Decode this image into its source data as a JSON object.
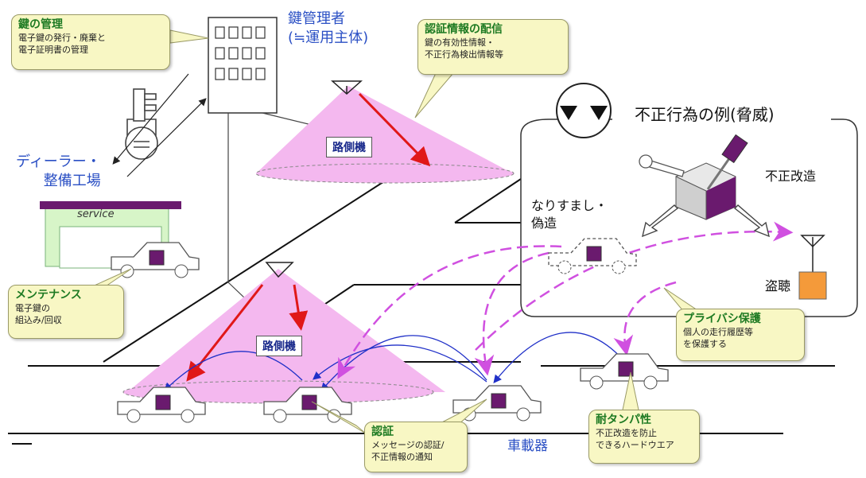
{
  "callouts": {
    "key_mgmt": {
      "title": "鍵の管理",
      "body": "電子鍵の発行・廃棄と\n電子証明書の管理"
    },
    "auth_dist": {
      "title": "認証情報の配信",
      "body": "鍵の有効性情報・\n不正行為検出情報等"
    },
    "maintenance": {
      "title": "メンテナンス",
      "body": "電子鍵の\n組込み/回収"
    },
    "privacy": {
      "title": "プライバシ保護",
      "body": "個人の走行履歴等\nを保護する"
    },
    "auth": {
      "title": "認証",
      "body": "メッセージの認証/\n不正情報の通知"
    },
    "tamper": {
      "title": "耐タンパ性",
      "body": "不正改造を防止\nできるハードウエア"
    }
  },
  "labels": {
    "key_manager": "鍵管理者\n(≒運用主体)",
    "dealer": "ディーラー・\n整備工場",
    "service": "service",
    "rsu_top": "路側機",
    "rsu_bottom": "路側機",
    "onboard": "車載器",
    "threat_title": "不正行為の例(脅威)",
    "spoofing": "なりすまし・\n偽造",
    "modification": "不正改造",
    "eavesdrop": "盗聴"
  },
  "colors": {
    "callout_bg": "#f8f7c4",
    "callout_title": "#1d7a22",
    "blue_label": "#2a4fc4",
    "beam_pink": "#f4b8ef",
    "dash_magenta": "#d050e0",
    "device_purple": "#6a1a6e",
    "eavesdrop_orange": "#f49a3a",
    "red_arrow": "#e01818",
    "comm_blue": "#2030c8"
  },
  "icons": [
    "building-icon",
    "key-icon",
    "antenna-icon",
    "car-icon",
    "masks-icon",
    "wrench-icon",
    "screwdriver-icon"
  ]
}
